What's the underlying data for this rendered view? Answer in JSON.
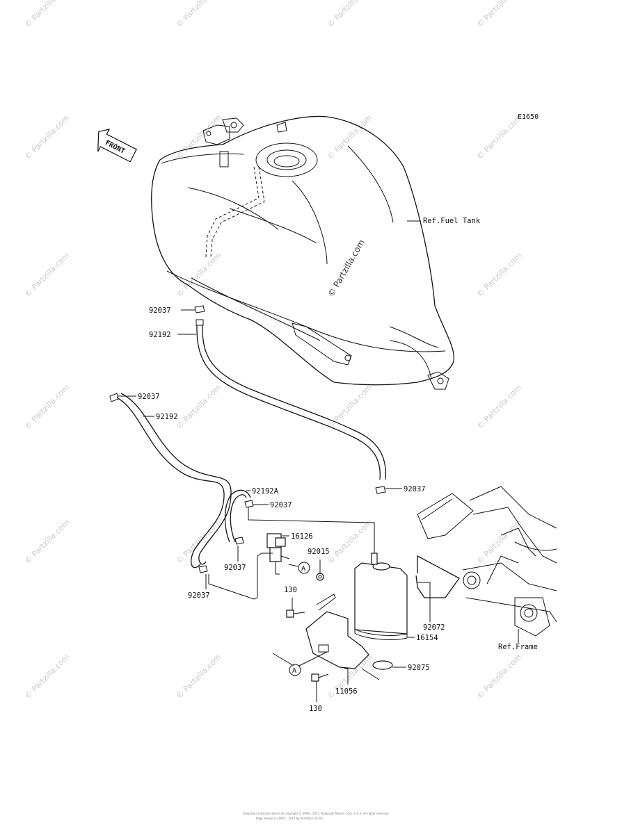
{
  "diagram": {
    "code": "E1650",
    "front_label": "FRONT",
    "watermark": "© Partzilla.com",
    "ref_labels": {
      "fuel_tank": "Ref.Fuel Tank",
      "frame": "Ref.Frame"
    },
    "circle_marker": "A",
    "parts": {
      "p92037_tank": "92037",
      "p92192_tank": "92192",
      "p92037_left_top": "92037",
      "p92192_left": "92192",
      "p92192A": "92192A",
      "p92037_mid": "92037",
      "p92037_canister": "92037",
      "p16126": "16126",
      "p92015": "92015",
      "p92037_valve": "92037",
      "p92037_left_bottom": "92037",
      "p130_top": "130",
      "p92072": "92072",
      "p16154": "16154",
      "p92075": "92075",
      "p11056": "11056",
      "p130_bottom": "130"
    },
    "footer": {
      "line1": "Kawasaki materials within all copyright © 1995 - 2017, Kawasaki Motors Corp. U.S.A. All rights reserved.",
      "line2": "Page design (c) 2002 - 2017 by Partzilla.com Inc."
    }
  }
}
